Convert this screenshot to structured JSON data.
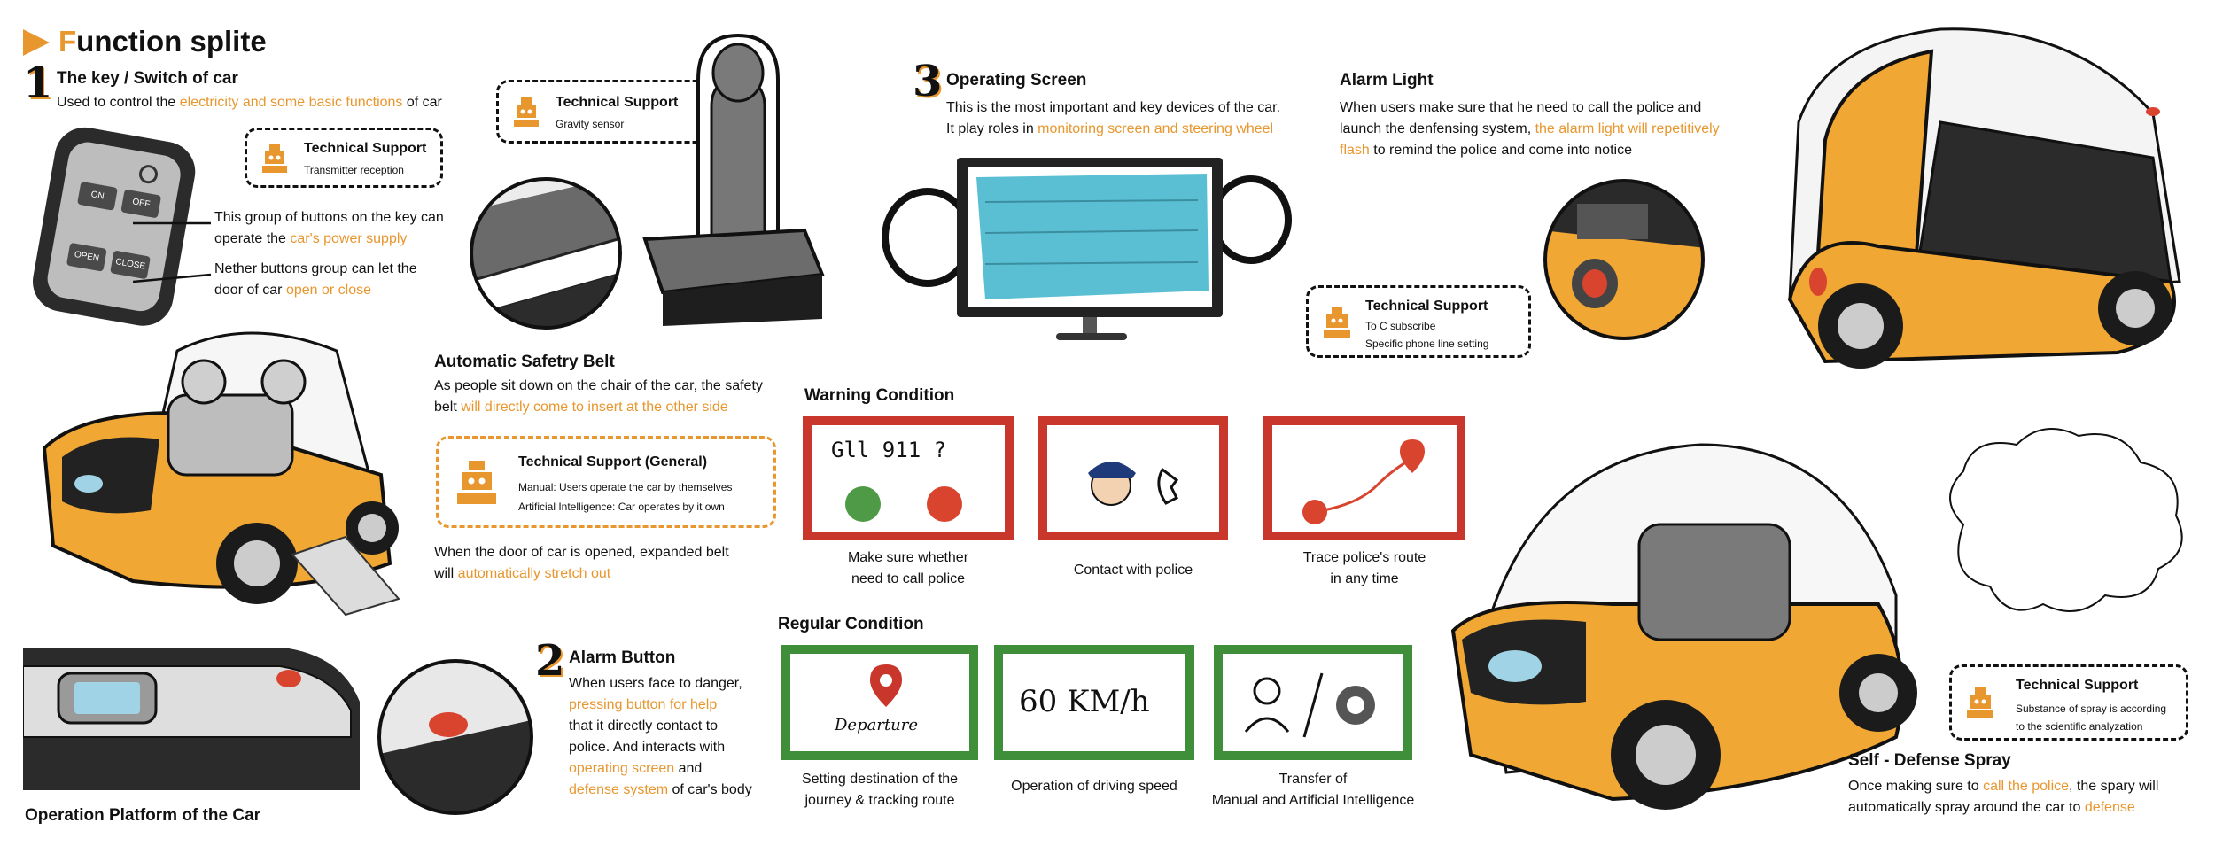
{
  "title": {
    "first_letter": "F",
    "rest": "unction splite"
  },
  "colors": {
    "accent": "#e8962e",
    "warning": "#c9372c",
    "regular": "#3e8e3a",
    "screen": "#5bbfd3",
    "car_body": "#f0a733"
  },
  "key_section": {
    "number": "1",
    "heading": "The key / Switch of car",
    "desc_pre": "Used to control the ",
    "desc_hl": "electricity and some basic functions",
    "desc_post": " of car",
    "key_buttons": [
      "ON",
      "OFF",
      "OPEN",
      "CLOSE"
    ],
    "note1_pre": "This group of buttons on the key can operate the ",
    "note1_hl": "car's power supply",
    "note2_pre": "Nether buttons group can let the door of car ",
    "note2_hl": "open or close",
    "support": {
      "title": "Technical Support",
      "line1": "Transmitter reception"
    }
  },
  "seat_section": {
    "support": {
      "title": "Technical Support",
      "line1": "Gravity sensor"
    }
  },
  "screen_section": {
    "number": "3",
    "heading": "Operating Screen",
    "desc_line1": "This is the most important and key devices of the car.",
    "desc_pre": "It play roles in ",
    "desc_hl": "monitoring screen and steering wheel",
    "support": {
      "title": "Technical Support",
      "line1": "To C subscribe",
      "line2": "Specific phone line setting"
    }
  },
  "alarm_light": {
    "heading": "Alarm Light",
    "desc_pre": "When users make sure that he need to call the police and launch the denfensing system, ",
    "desc_hl": "the alarm light will repetitively flash",
    "desc_post": " to remind the police and come into notice"
  },
  "belt_section": {
    "heading": "Automatic Safetry Belt",
    "desc_pre": "As people sit down on the chair of the car, the safety belt ",
    "desc_hl": "will directly come to insert at the other side",
    "support": {
      "title": "Technical Support (General)",
      "line1": "Manual: Users operate the car by themselves",
      "line2": "Artificial Intelligence: Car operates by it own"
    },
    "note_pre": "When the door of car is opened, expanded belt will ",
    "note_hl": "automatically stretch out"
  },
  "warning": {
    "heading": "Warning Condition",
    "panels": [
      {
        "text": "Gll 911 ?",
        "caption_line1": "Make sure whether",
        "caption_line2": "need to call police"
      },
      {
        "caption_line1": "Contact with police",
        "caption_line2": ""
      },
      {
        "caption_line1": "Trace police's route",
        "caption_line2": "in any time"
      }
    ]
  },
  "regular": {
    "heading": "Regular Condition",
    "panels": [
      {
        "text": "Departure",
        "caption_line1": "Setting destination of the",
        "caption_line2": "journey & tracking route"
      },
      {
        "text": "60 KM/h",
        "caption_line1": "Operation of driving speed",
        "caption_line2": ""
      },
      {
        "caption_line1": "Transfer of",
        "caption_line2": "Manual and Artificial Intelligence"
      }
    ]
  },
  "alarm_button": {
    "number": "2",
    "heading": "Alarm Button",
    "line1": "When users face to danger,",
    "line2_hl": "pressing button  for help",
    "line3": "that it directly contact to",
    "line4": "police. And interacts with",
    "line5_hl": "operating screen",
    "line5_post": " and",
    "line6_hl": "defense system",
    "line6_post": " of car's body"
  },
  "platform": {
    "label": "Operation Platform of the Car"
  },
  "spray": {
    "heading": "Self - Defense Spray",
    "desc_pre": "Once making sure to ",
    "desc_hl1": "call the police",
    "desc_mid": ", the spary will automatically spray around the car to ",
    "desc_hl2": "defense",
    "support": {
      "title": "Technical Support",
      "line1": "Substance of spray is according",
      "line2": "to the scientific analyzation"
    }
  }
}
